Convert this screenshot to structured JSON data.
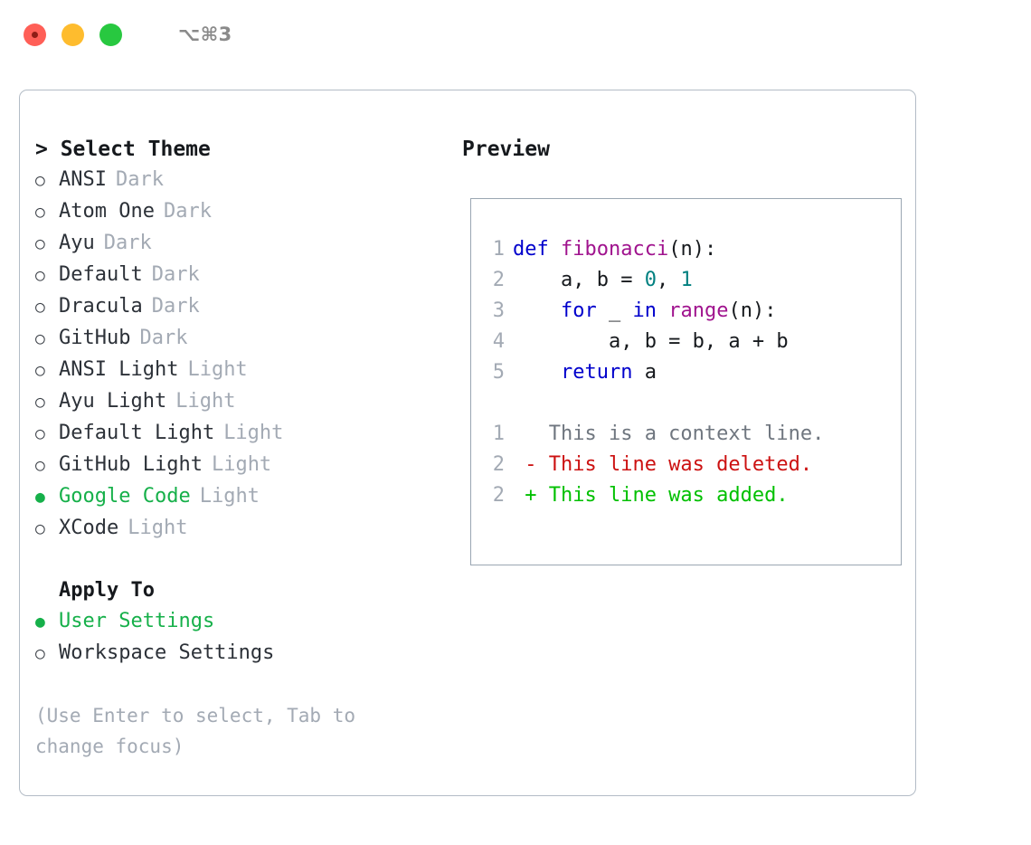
{
  "titlebar": {
    "shortcut": "⌥⌘3",
    "lights": [
      "close",
      "minimize",
      "zoom"
    ]
  },
  "left": {
    "focus_prefix": "> ",
    "section_title": "Select Theme",
    "themes": [
      {
        "marker": "○",
        "name": "ANSI",
        "tag": "Dark",
        "selected": false
      },
      {
        "marker": "○",
        "name": "Atom One",
        "tag": "Dark",
        "selected": false
      },
      {
        "marker": "○",
        "name": "Ayu",
        "tag": "Dark",
        "selected": false
      },
      {
        "marker": "○",
        "name": "Default",
        "tag": "Dark",
        "selected": false
      },
      {
        "marker": "○",
        "name": "Dracula",
        "tag": "Dark",
        "selected": false
      },
      {
        "marker": "○",
        "name": "GitHub",
        "tag": "Dark",
        "selected": false
      },
      {
        "marker": "○",
        "name": "ANSI Light",
        "tag": "Light",
        "selected": false
      },
      {
        "marker": "○",
        "name": "Ayu Light",
        "tag": "Light",
        "selected": false
      },
      {
        "marker": "○",
        "name": "Default Light",
        "tag": "Light",
        "selected": false
      },
      {
        "marker": "○",
        "name": "GitHub Light",
        "tag": "Light",
        "selected": false
      },
      {
        "marker": "●",
        "name": "Google Code",
        "tag": "Light",
        "selected": true
      },
      {
        "marker": "○",
        "name": "XCode",
        "tag": "Light",
        "selected": false
      }
    ],
    "apply_to": {
      "header": "Apply To",
      "options": [
        {
          "marker": "●",
          "name": "User Settings",
          "selected": true
        },
        {
          "marker": "○",
          "name": "Workspace Settings",
          "selected": false
        }
      ]
    },
    "hint": "(Use Enter to select, Tab to change focus)"
  },
  "right": {
    "preview_title": "Preview",
    "code_lines": [
      {
        "no": "1",
        "tokens": [
          {
            "t": "def ",
            "c": "kw"
          },
          {
            "t": "fibonacci",
            "c": "fn"
          },
          {
            "t": "(n):",
            "c": "plain"
          }
        ]
      },
      {
        "no": "2",
        "tokens": [
          {
            "t": "    a, b = ",
            "c": "plain"
          },
          {
            "t": "0",
            "c": "num"
          },
          {
            "t": ", ",
            "c": "plain"
          },
          {
            "t": "1",
            "c": "num"
          }
        ]
      },
      {
        "no": "3",
        "tokens": [
          {
            "t": "    ",
            "c": "plain"
          },
          {
            "t": "for",
            "c": "kw"
          },
          {
            "t": " _ ",
            "c": "plain"
          },
          {
            "t": "in",
            "c": "kw"
          },
          {
            "t": " ",
            "c": "plain"
          },
          {
            "t": "range",
            "c": "fn"
          },
          {
            "t": "(n):",
            "c": "plain"
          }
        ]
      },
      {
        "no": "4",
        "tokens": [
          {
            "t": "        a, b = b, a + b",
            "c": "plain"
          }
        ]
      },
      {
        "no": "5",
        "tokens": [
          {
            "t": "    ",
            "c": "plain"
          },
          {
            "t": "return",
            "c": "kw"
          },
          {
            "t": " a",
            "c": "plain"
          }
        ]
      }
    ],
    "diff_lines": [
      {
        "no": "1",
        "text": "   This is a context line.",
        "kind": "ctx"
      },
      {
        "no": "2",
        "text": " - This line was deleted.",
        "kind": "del"
      },
      {
        "no": "2",
        "text": " + This line was added.",
        "kind": "add"
      }
    ]
  },
  "colors": {
    "selected_green": "#16b04a",
    "tag_gray": "#a3aab4",
    "keyword_blue": "#0000cc",
    "function_purple": "#a0138e",
    "number_teal": "#008080",
    "diff_delete_red": "#cc1111",
    "diff_add_green": "#00c000",
    "panel_border": "#b3bcc6",
    "code_border": "#9aa6b2"
  }
}
